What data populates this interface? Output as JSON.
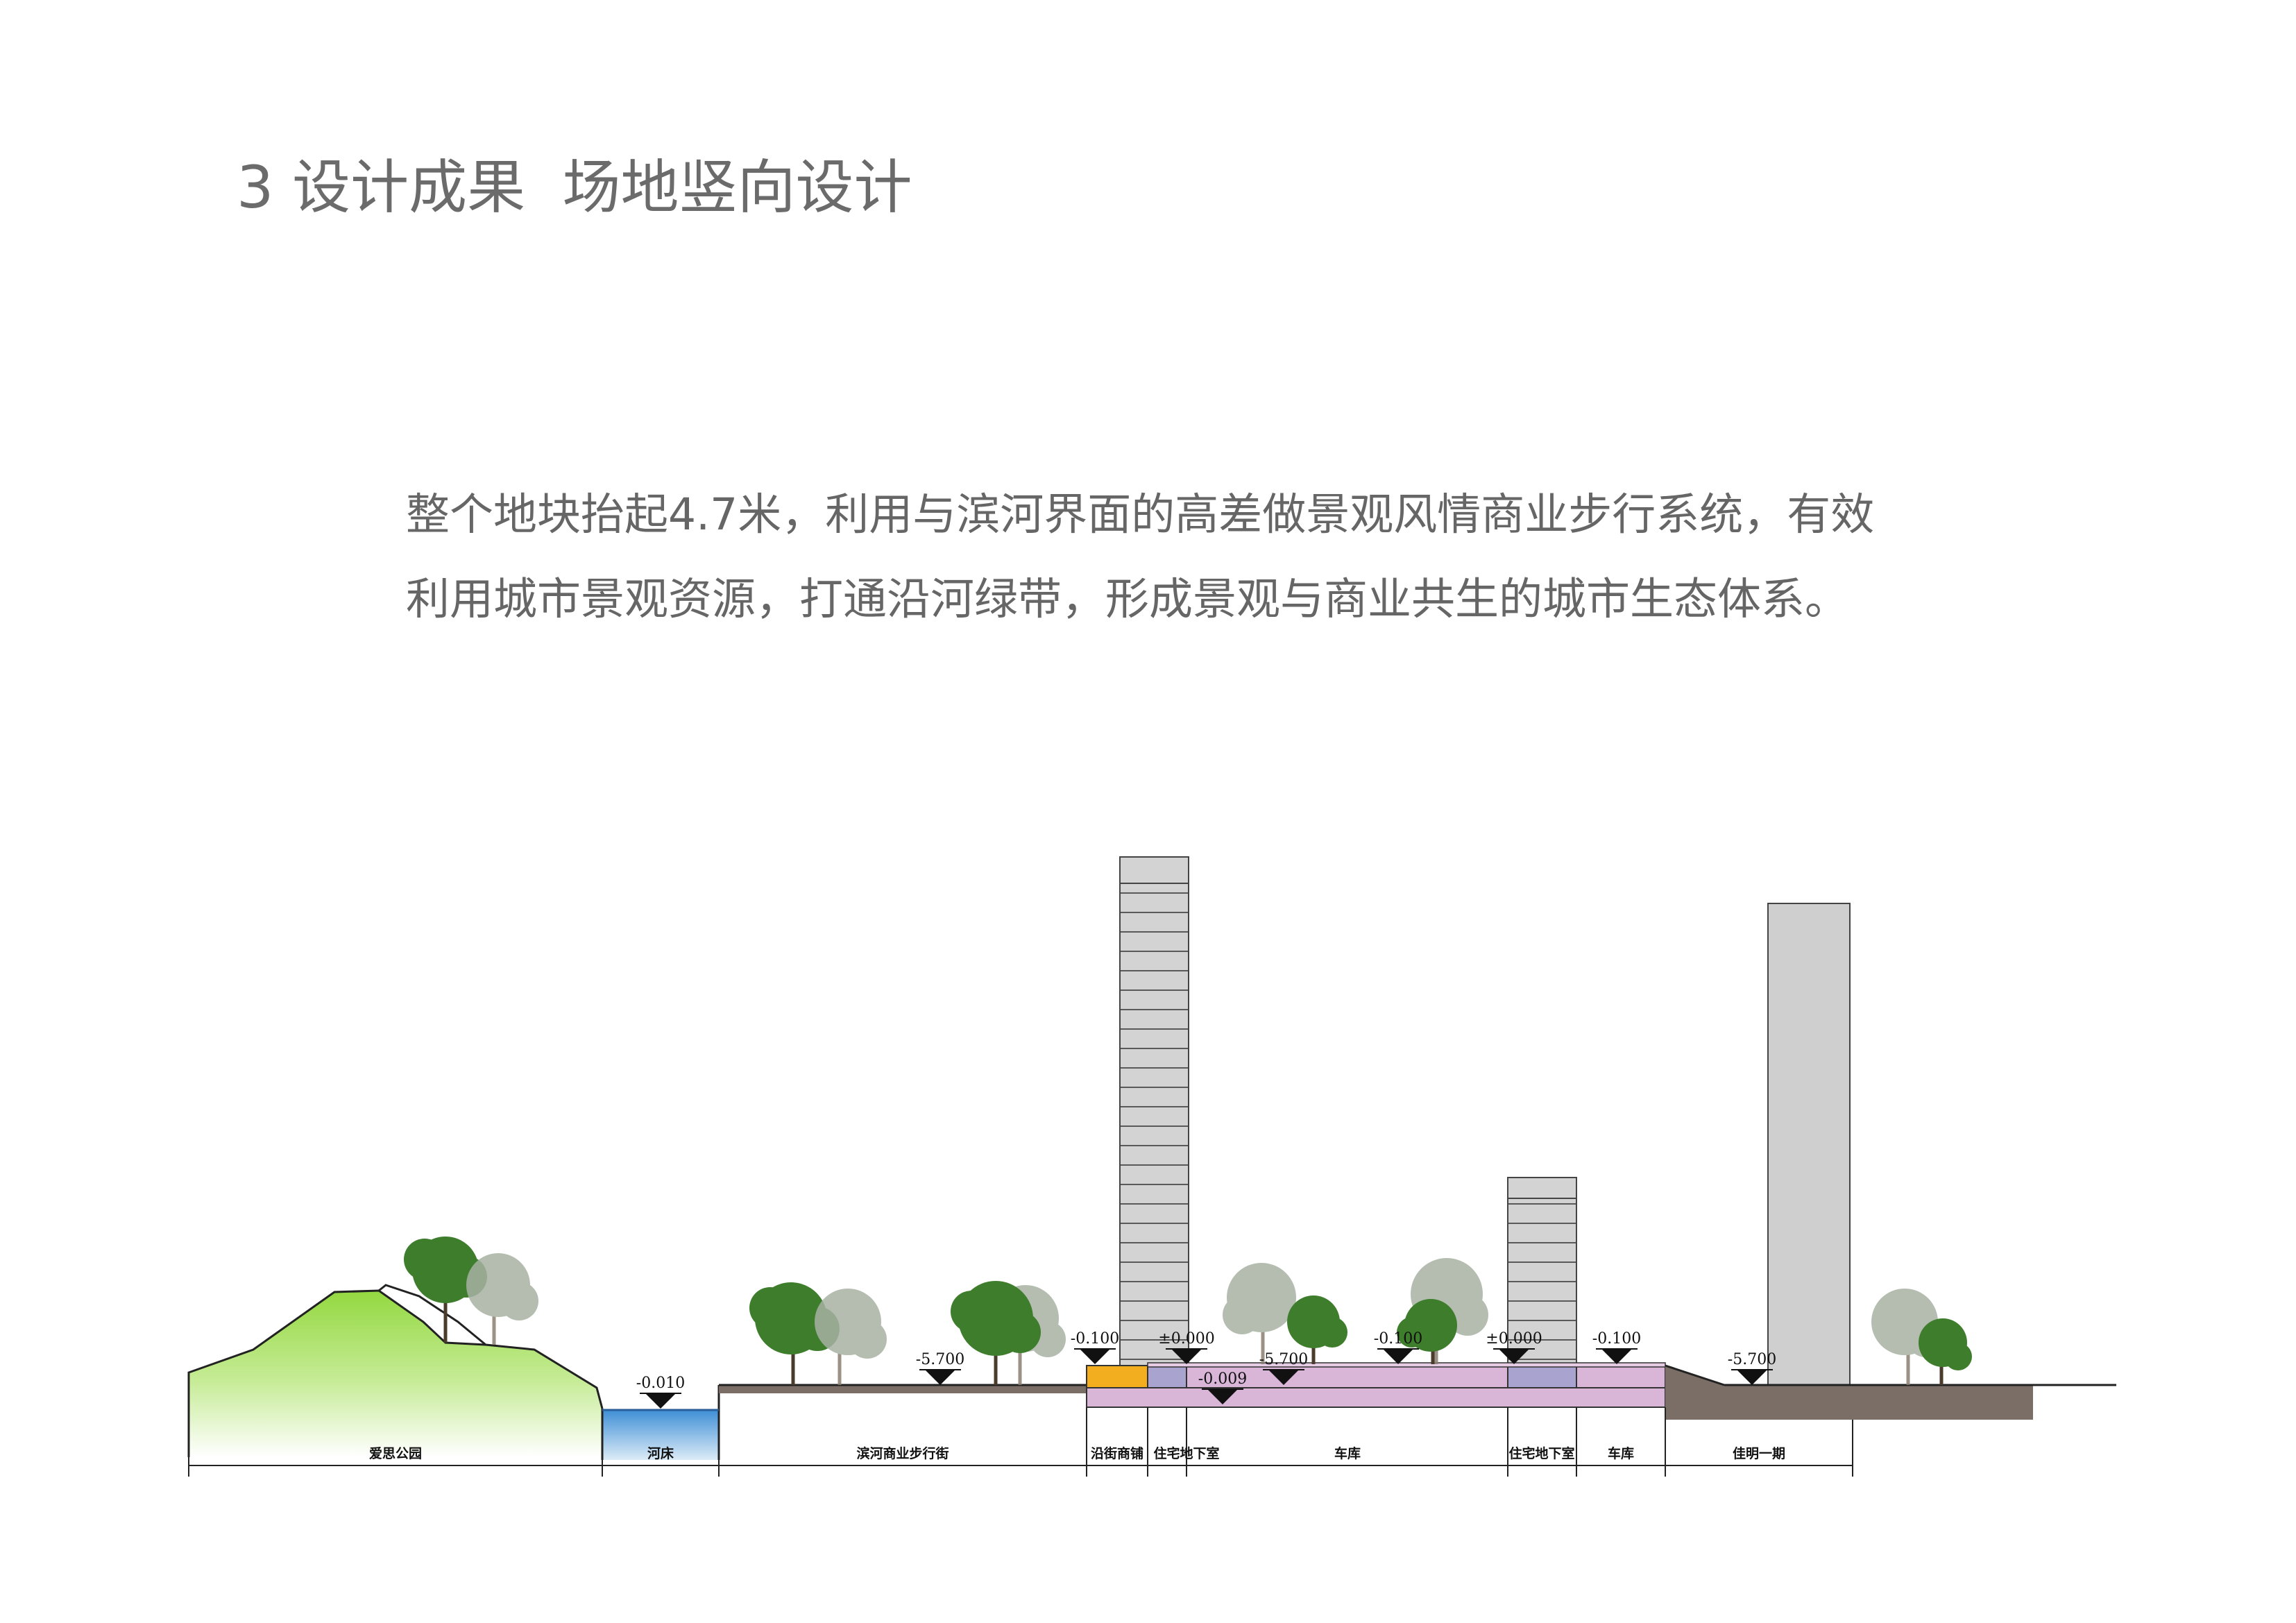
{
  "page": {
    "title": "3 设计成果  场地竖向设计",
    "description_line1": "整个地块抬起4.7米，利用与滨河界面的高差做景观风情商业步行系统，有效",
    "description_line2": "利用城市景观资源，打通沿河绿带，形成景观与商业共生的城市生态体系。"
  },
  "section": {
    "elevations": [
      "-0.010",
      "-5.700",
      "-0.100",
      "±0.000",
      "-5.700",
      "-0.009",
      "-0.100",
      "±0.000",
      "-0.100",
      "-5.700"
    ],
    "zones": [
      "爱思公园",
      "河床",
      "滨河商业步行街",
      "沿街商铺",
      "住宅地下室",
      "车库",
      "住宅地下室",
      "车库",
      "佳明一期"
    ]
  },
  "colors": {
    "hill_green": "#93d840",
    "water_blue": "#3f8fd6",
    "ground_brown": "#7a6e66",
    "garage_pink": "#d9b5d8",
    "basement_purple": "#a9a3cf",
    "shop_orange": "#f3ae1f",
    "tower_gray": "#cfcfcf",
    "tree_green": "#3d7d2c"
  }
}
